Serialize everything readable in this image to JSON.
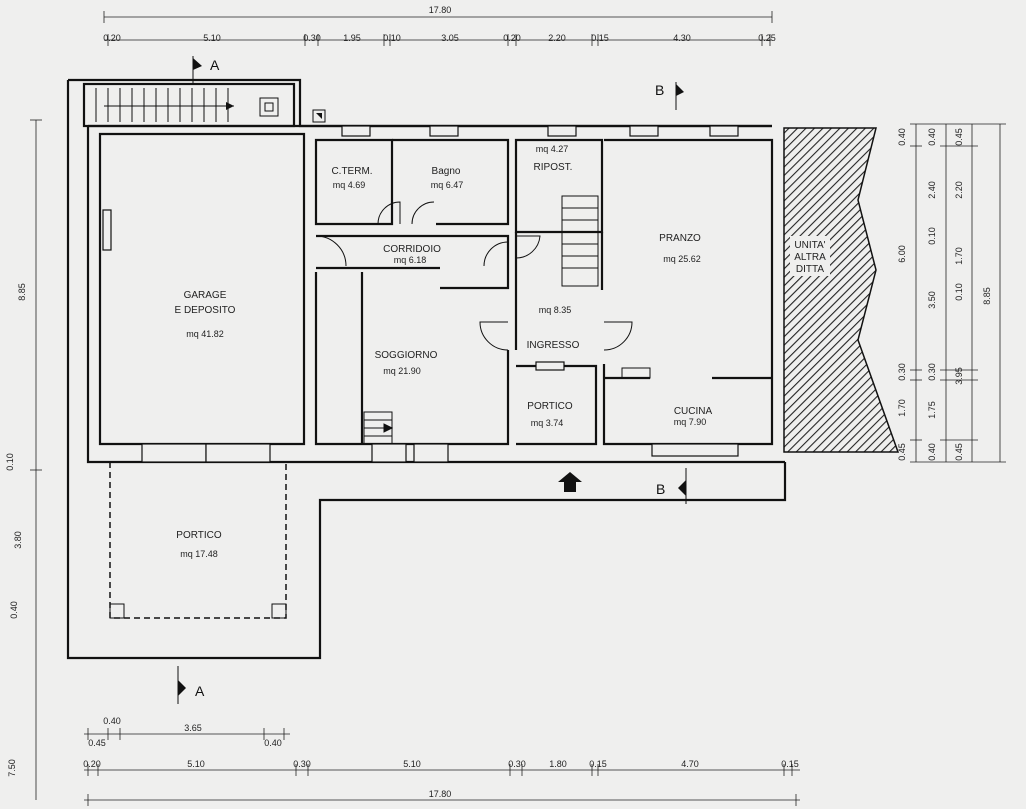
{
  "dimensions": {
    "top_total": "17.80",
    "top_segments": [
      "0.20",
      "5.10",
      "0.30",
      "1.95",
      "0.10",
      "3.05",
      "0.20",
      "2.20",
      "0.15",
      "4.30",
      "0.25"
    ],
    "bottom_total": "17.80",
    "bottom_segments": [
      "0.20",
      "5.10",
      "0.30",
      "5.10",
      "0.30",
      "1.80",
      "0.15",
      "4.70",
      "0.15"
    ],
    "bottom_portico_top": "0.40",
    "bottom_portico_mid": "3.65",
    "bottom_portico_left": "0.45",
    "bottom_portico_right": "0.40",
    "left_upper": "8.85",
    "left_mid": "0.10",
    "left_lower": "3.80",
    "left_small": "0.40",
    "left_total": "7.50",
    "right_col1": [
      "0.40",
      "6.00",
      "0.30",
      "1.70",
      "0.45"
    ],
    "right_col2": [
      "0.40",
      "2.40",
      "0.10",
      "3.50",
      "0.30",
      "1.75",
      "0.40"
    ],
    "right_col3": [
      "0.45",
      "2.20",
      "0.10",
      "1.70",
      "3.95",
      "0.45"
    ],
    "right_total": "8.85"
  },
  "rooms": {
    "garage": {
      "line1": "GARAGE",
      "line2": "E DEPOSITO",
      "area": "mq 41.82"
    },
    "cterm": {
      "name": "C.TERM.",
      "area": "mq 4.69"
    },
    "bagno": {
      "name": "Bagno",
      "area": "mq 6.47"
    },
    "ripost": {
      "name": "RIPOST.",
      "area": "mq 4.27"
    },
    "pranzo": {
      "name": "PRANZO",
      "area": "mq 25.62"
    },
    "corridoio": {
      "name": "CORRIDOIO",
      "area": "mq 6.18"
    },
    "soggiorno": {
      "name": "SOGGIORNO",
      "area": "mq 21.90"
    },
    "ingresso": {
      "name": "INGRESSO",
      "area": "mq 8.35"
    },
    "portico_small": {
      "name": "PORTICO",
      "area": "mq 3.74"
    },
    "cucina": {
      "name": "CUCINA",
      "area": "mq 7.90"
    },
    "portico_large": {
      "name": "PORTICO",
      "area": "mq 17.48"
    },
    "other_unit": {
      "line1": "UNITA'",
      "line2": "ALTRA",
      "line3": "DITTA"
    }
  },
  "section_marks": {
    "a": "A",
    "b": "B"
  }
}
